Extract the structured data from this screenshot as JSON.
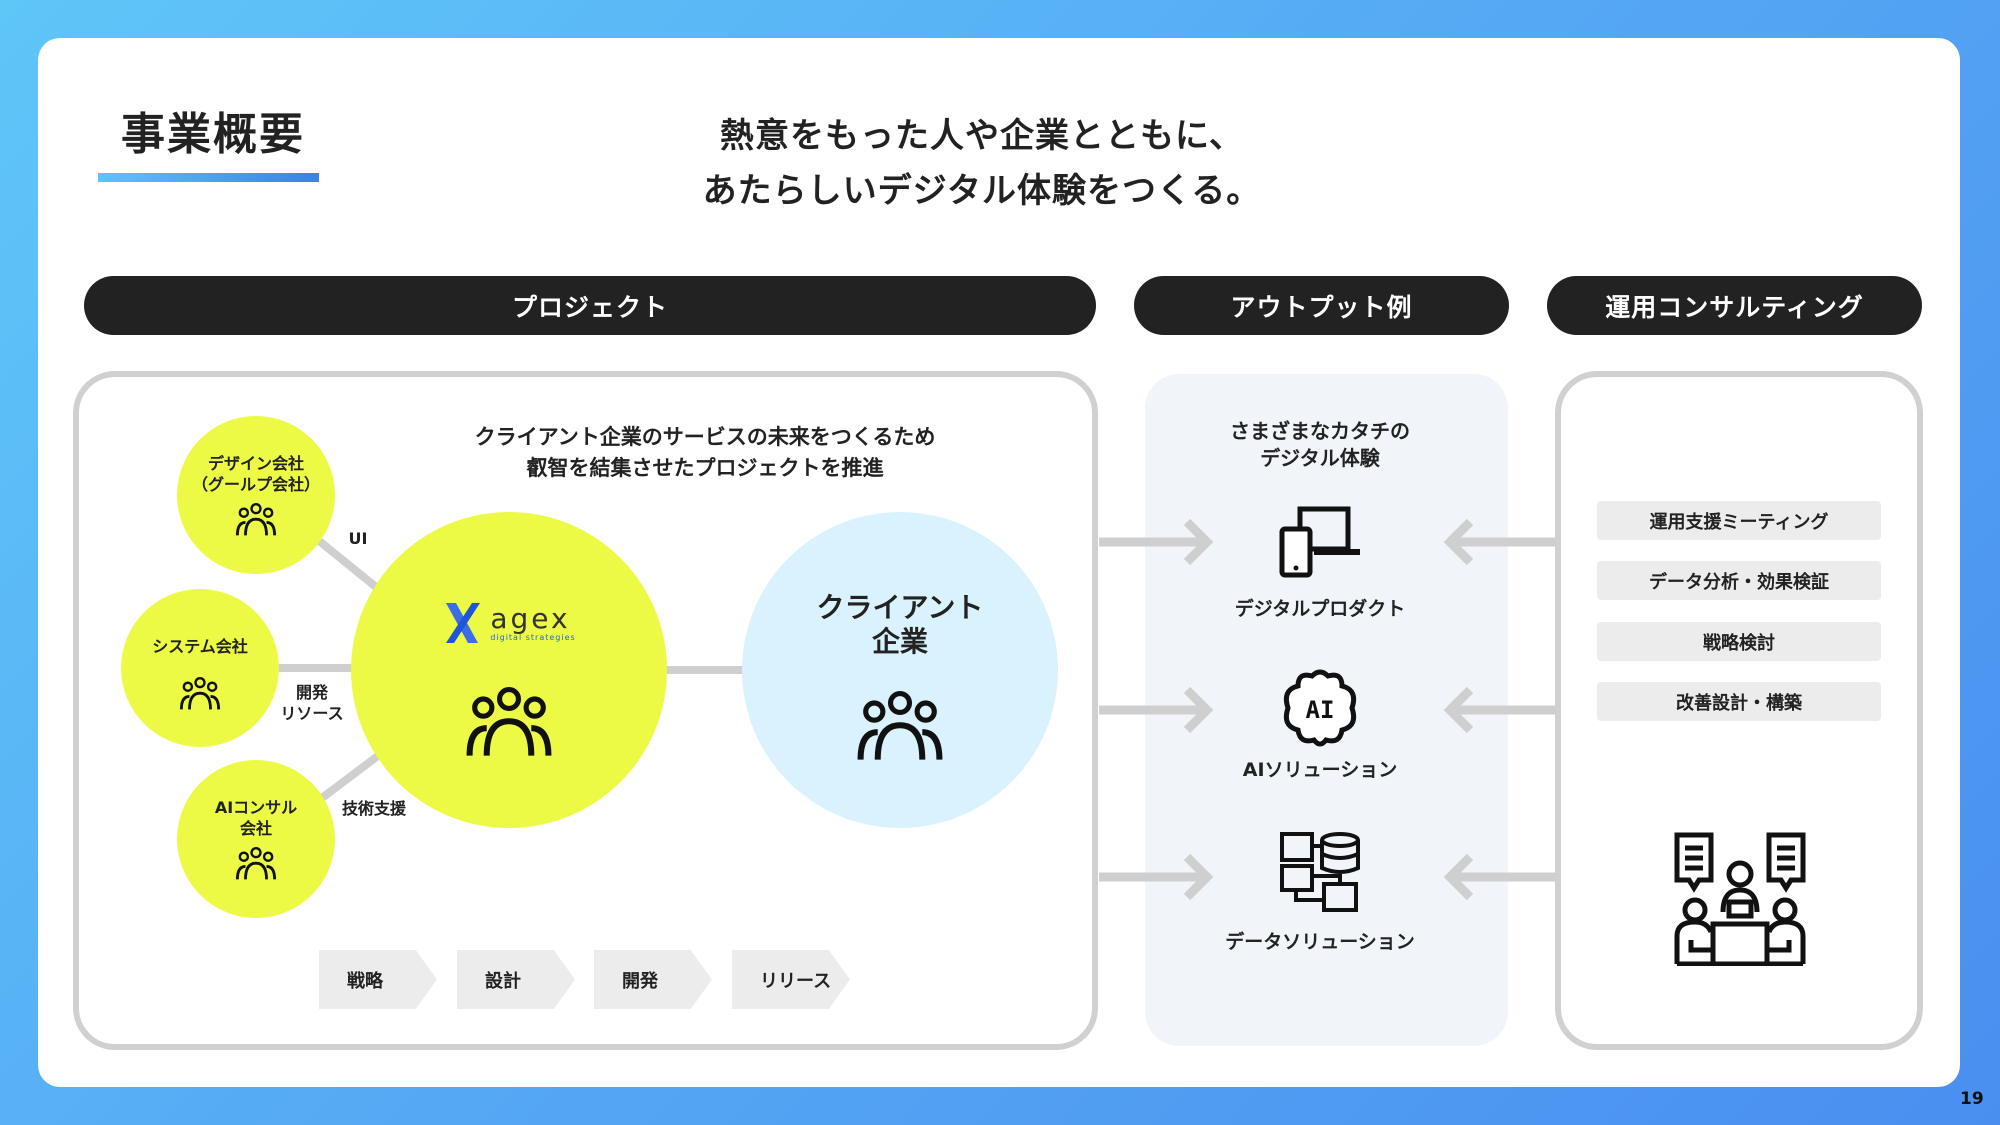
{
  "title": "事業概要",
  "headline": [
    "熱意をもった人や企業とともに、",
    "あたらしいデジタル体験をつくる。"
  ],
  "pills": {
    "project": "プロジェクト",
    "output": "アウトプット例",
    "ops": "運用コンサルティング"
  },
  "project": {
    "caption": [
      "クライアント企業のサービスの未来をつくるため",
      "叡智を結集させたプロジェクトを推進"
    ],
    "partners": [
      {
        "label": [
          "デザイン会社",
          "（グールプ会社）"
        ],
        "link": "UI"
      },
      {
        "label": [
          "システム会社"
        ],
        "link": "開発\nリソース"
      },
      {
        "label": [
          "AIコンサル",
          "会社"
        ],
        "link": "技術支援"
      }
    ],
    "hub": {
      "logo": "agex",
      "sub": "digital strategies"
    },
    "client": [
      "クライアント",
      "企業"
    ],
    "steps": [
      "戦略",
      "設計",
      "開発",
      "リリース"
    ]
  },
  "output": {
    "caption": [
      "さまざまなカタチの",
      "デジタル体験"
    ],
    "items": [
      "デジタルプロダクト",
      "AIソリューション",
      "データソリューション"
    ]
  },
  "ops": {
    "items": [
      "運用支援ミーティング",
      "データ分析・効果検証",
      "戦略検討",
      "改善設計・構築"
    ]
  },
  "page": "19",
  "colors": {
    "accent": "#ecfa45",
    "client": "#d9f2fd",
    "dark": "#222222"
  }
}
